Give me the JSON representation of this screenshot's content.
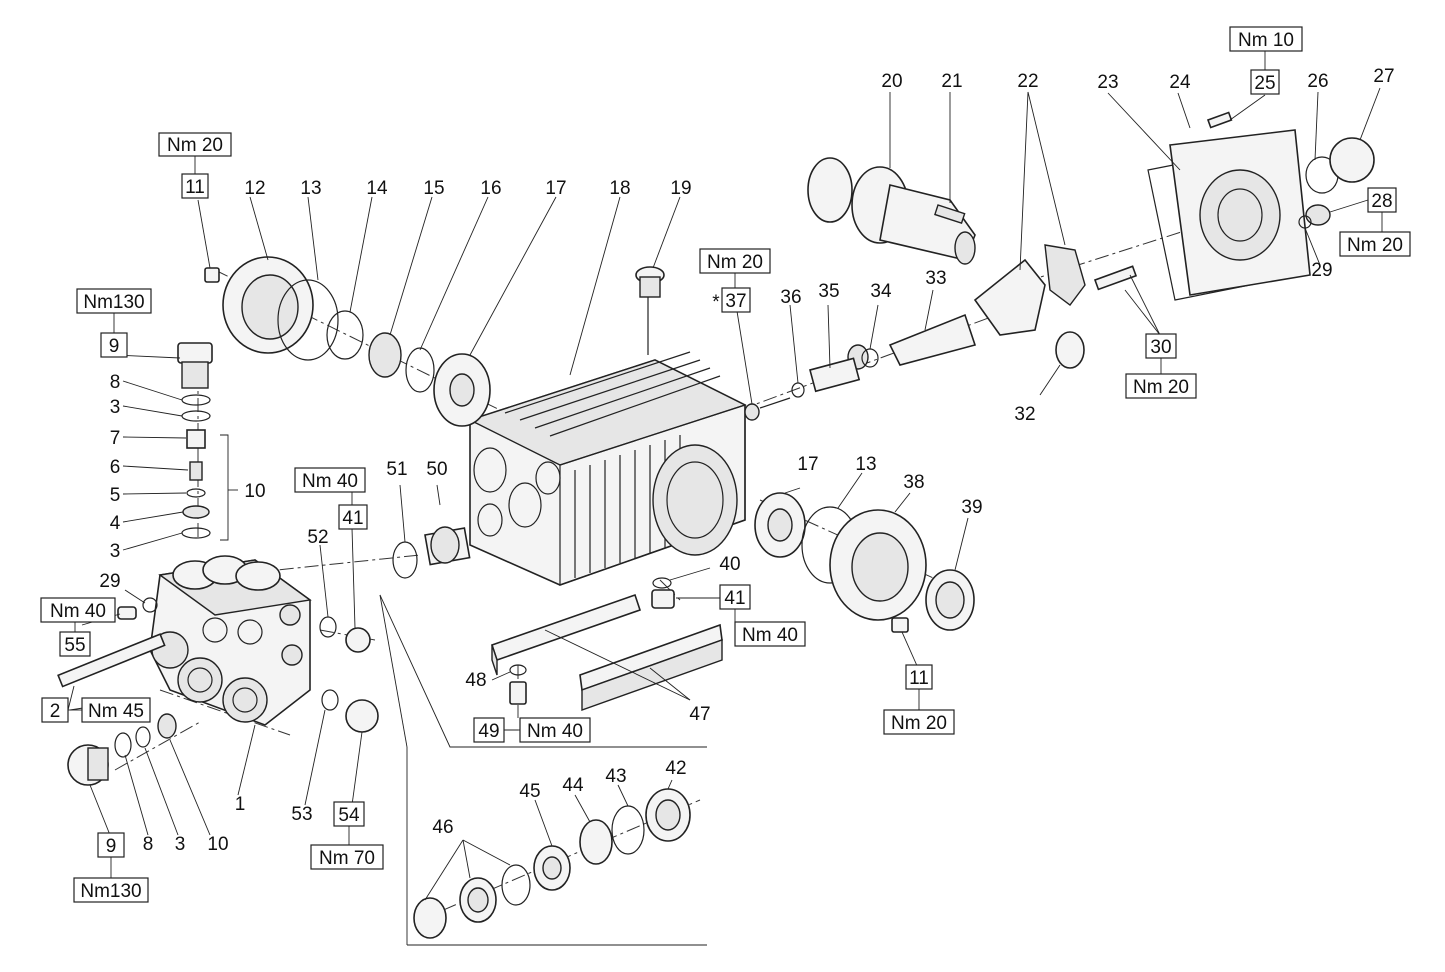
{
  "callouts": [
    {
      "id": "c1",
      "text": "1"
    },
    {
      "id": "c3a",
      "text": "3"
    },
    {
      "id": "c3b",
      "text": "3"
    },
    {
      "id": "c3c",
      "text": "3"
    },
    {
      "id": "c4",
      "text": "4"
    },
    {
      "id": "c5",
      "text": "5"
    },
    {
      "id": "c6",
      "text": "6"
    },
    {
      "id": "c7",
      "text": "7"
    },
    {
      "id": "c8a",
      "text": "8"
    },
    {
      "id": "c8b",
      "text": "8"
    },
    {
      "id": "c10a",
      "text": "10"
    },
    {
      "id": "c10b",
      "text": "10"
    },
    {
      "id": "c12",
      "text": "12"
    },
    {
      "id": "c13a",
      "text": "13"
    },
    {
      "id": "c13b",
      "text": "13"
    },
    {
      "id": "c14",
      "text": "14"
    },
    {
      "id": "c15",
      "text": "15"
    },
    {
      "id": "c16",
      "text": "16"
    },
    {
      "id": "c17a",
      "text": "17"
    },
    {
      "id": "c17b",
      "text": "17"
    },
    {
      "id": "c18",
      "text": "18"
    },
    {
      "id": "c19",
      "text": "19"
    },
    {
      "id": "c20",
      "text": "20"
    },
    {
      "id": "c21",
      "text": "21"
    },
    {
      "id": "c22",
      "text": "22"
    },
    {
      "id": "c23",
      "text": "23"
    },
    {
      "id": "c24",
      "text": "24"
    },
    {
      "id": "c26",
      "text": "26"
    },
    {
      "id": "c27",
      "text": "27"
    },
    {
      "id": "c29a",
      "text": "29"
    },
    {
      "id": "c29b",
      "text": "29"
    },
    {
      "id": "c32",
      "text": "32"
    },
    {
      "id": "c33",
      "text": "33"
    },
    {
      "id": "c34",
      "text": "34"
    },
    {
      "id": "c35",
      "text": "35"
    },
    {
      "id": "c36",
      "text": "36"
    },
    {
      "id": "c38",
      "text": "38"
    },
    {
      "id": "c39",
      "text": "39"
    },
    {
      "id": "c40",
      "text": "40"
    },
    {
      "id": "c42",
      "text": "42"
    },
    {
      "id": "c43",
      "text": "43"
    },
    {
      "id": "c44",
      "text": "44"
    },
    {
      "id": "c45",
      "text": "45"
    },
    {
      "id": "c46",
      "text": "46"
    },
    {
      "id": "c47",
      "text": "47"
    },
    {
      "id": "c48",
      "text": "48"
    },
    {
      "id": "c50",
      "text": "50"
    },
    {
      "id": "c51",
      "text": "51"
    },
    {
      "id": "c52",
      "text": "52"
    },
    {
      "id": "c53",
      "text": "53"
    }
  ],
  "torque": [
    {
      "id": "t11a",
      "part": "11",
      "value": "Nm 20"
    },
    {
      "id": "t9a",
      "part": "9",
      "value": "Nm130"
    },
    {
      "id": "t55",
      "part": "55",
      "value": "Nm 40"
    },
    {
      "id": "t2",
      "part": "2",
      "value": "Nm 45"
    },
    {
      "id": "t9b",
      "part": "9",
      "value": "Nm130"
    },
    {
      "id": "t54",
      "part": "54",
      "value": "Nm 70"
    },
    {
      "id": "t41a",
      "part": "41",
      "value": "Nm 40"
    },
    {
      "id": "t49",
      "part": "49",
      "value": "Nm 40"
    },
    {
      "id": "t37",
      "part": "37",
      "value": "Nm 20",
      "prefix": "*"
    },
    {
      "id": "t41b",
      "part": "41",
      "value": "Nm 40"
    },
    {
      "id": "t11b",
      "part": "11",
      "value": "Nm 20"
    },
    {
      "id": "t25",
      "part": "25",
      "value": "Nm 10"
    },
    {
      "id": "t28",
      "part": "28",
      "value": "Nm 20"
    },
    {
      "id": "t30",
      "part": "30",
      "value": "Nm 20"
    }
  ]
}
